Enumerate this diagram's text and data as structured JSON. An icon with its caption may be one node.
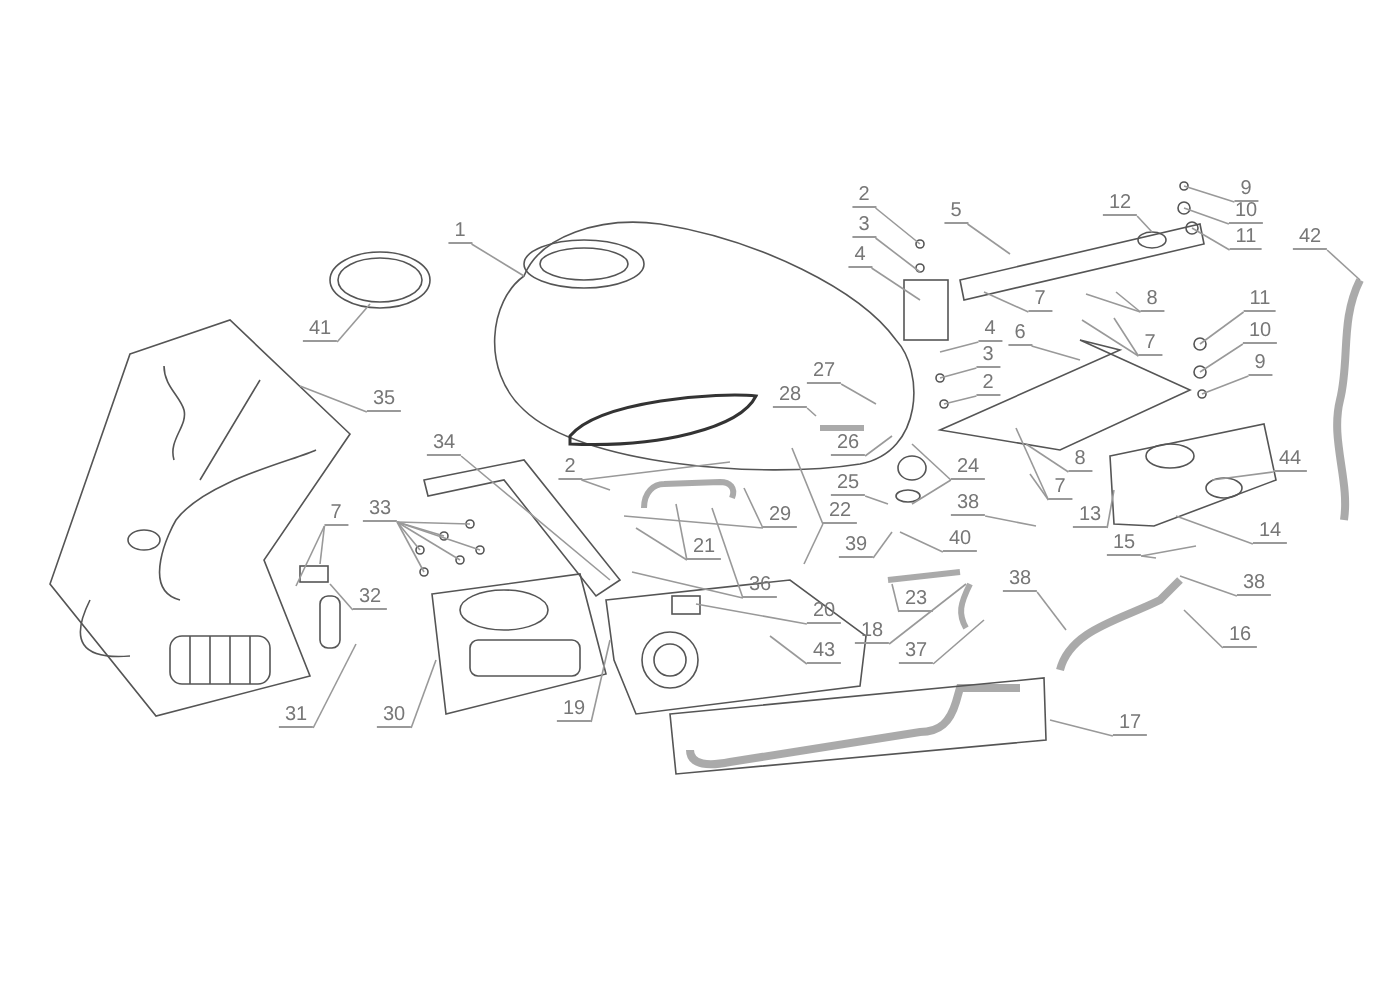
{
  "diagram": {
    "nodes": [
      {
        "text": [
          "9"
        ]
      },
      {
        "text": [
          "10"
        ]
      },
      {
        "text": [
          "2"
        ]
      },
      {
        "text": [
          "12"
        ]
      },
      {
        "text": [
          "5"
        ]
      },
      {
        "text": [
          "3"
        ]
      },
      {
        "text": [
          "1"
        ]
      },
      {
        "text": [
          "11"
        ]
      },
      {
        "text": [
          "42"
        ]
      },
      {
        "text": [
          "4"
        ]
      },
      {
        "text": [
          "7"
        ]
      },
      {
        "text": [
          "8"
        ]
      },
      {
        "text": [
          "11"
        ]
      },
      {
        "text": [
          "4"
        ]
      },
      {
        "text": [
          "41"
        ]
      },
      {
        "text": [
          "6"
        ]
      },
      {
        "text": [
          "10"
        ]
      },
      {
        "text": [
          "7"
        ]
      },
      {
        "text": [
          "3"
        ]
      },
      {
        "text": [
          "9"
        ]
      },
      {
        "text": [
          "2"
        ]
      },
      {
        "text": [
          "27"
        ]
      },
      {
        "text": [
          "28"
        ]
      },
      {
        "text": [
          "35"
        ]
      },
      {
        "text": [
          "34"
        ]
      },
      {
        "text": [
          "26"
        ]
      },
      {
        "text": [
          "8"
        ]
      },
      {
        "text": [
          "2"
        ]
      },
      {
        "text": [
          "44"
        ]
      },
      {
        "text": [
          "24"
        ]
      },
      {
        "text": [
          "25"
        ]
      },
      {
        "text": [
          "7"
        ]
      },
      {
        "text": [
          "38"
        ]
      },
      {
        "text": [
          "33"
        ]
      },
      {
        "text": [
          "7"
        ]
      },
      {
        "text": [
          "14"
        ]
      },
      {
        "text": [
          "13"
        ]
      },
      {
        "text": [
          "22"
        ]
      },
      {
        "text": [
          "29"
        ]
      },
      {
        "text": [
          "40"
        ]
      },
      {
        "text": [
          "15"
        ]
      },
      {
        "text": [
          "21"
        ]
      },
      {
        "text": [
          "39"
        ]
      },
      {
        "text": [
          "36"
        ]
      },
      {
        "text": [
          "38"
        ]
      },
      {
        "text": [
          "38"
        ]
      },
      {
        "text": [
          "23"
        ]
      },
      {
        "text": [
          "32"
        ]
      },
      {
        "text": [
          "20"
        ]
      },
      {
        "text": [
          "18"
        ]
      },
      {
        "text": [
          "16"
        ]
      },
      {
        "text": [
          "37"
        ]
      },
      {
        "text": [
          "43"
        ]
      },
      {
        "text": [
          "19"
        ]
      },
      {
        "text": [
          "31"
        ]
      },
      {
        "text": [
          "30"
        ]
      },
      {
        "text": [
          "17"
        ]
      }
    ],
    "edges": [
      {
        "from": 0,
        "to": null,
        "arrow": "none"
      },
      {
        "from": 1,
        "to": null,
        "arrow": "none"
      },
      {
        "from": 2,
        "to": null,
        "arrow": "none"
      },
      {
        "from": 3,
        "to": null,
        "arrow": "none"
      },
      {
        "from": 4,
        "to": null,
        "arrow": "none"
      },
      {
        "from": 5,
        "to": null,
        "arrow": "none"
      },
      {
        "from": 6,
        "to": null,
        "arrow": "none"
      },
      {
        "from": 7,
        "to": null,
        "arrow": "none"
      },
      {
        "from": 8,
        "to": null,
        "arrow": "none"
      },
      {
        "from": 9,
        "to": null,
        "arrow": "none"
      },
      {
        "from": 10,
        "to": null,
        "arrow": "none"
      },
      {
        "from": 11,
        "to": null,
        "arrow": "none"
      },
      {
        "from": 11,
        "to": null,
        "arrow": "none"
      },
      {
        "from": 12,
        "to": null,
        "arrow": "none"
      },
      {
        "from": 13,
        "to": null,
        "arrow": "none"
      },
      {
        "from": 14,
        "to": null,
        "arrow": "none"
      },
      {
        "from": 15,
        "to": null,
        "arrow": "none"
      },
      {
        "from": 16,
        "to": null,
        "arrow": "none"
      },
      {
        "from": 17,
        "to": null,
        "arrow": "none"
      },
      {
        "from": 17,
        "to": null,
        "arrow": "none"
      },
      {
        "from": 18,
        "to": null,
        "arrow": "none"
      },
      {
        "from": 19,
        "to": null,
        "arrow": "none"
      },
      {
        "from": 20,
        "to": null,
        "arrow": "none"
      },
      {
        "from": 21,
        "to": null,
        "arrow": "none"
      },
      {
        "from": 22,
        "to": null,
        "arrow": "none"
      },
      {
        "from": 23,
        "to": null,
        "arrow": "none"
      },
      {
        "from": 24,
        "to": null,
        "arrow": "none"
      },
      {
        "from": 25,
        "to": null,
        "arrow": "none"
      },
      {
        "from": 26,
        "to": null,
        "arrow": "none"
      },
      {
        "from": 27,
        "to": null,
        "arrow": "none"
      },
      {
        "from": 27,
        "to": null,
        "arrow": "none"
      },
      {
        "from": 28,
        "to": null,
        "arrow": "none"
      },
      {
        "from": 29,
        "to": null,
        "arrow": "none"
      },
      {
        "from": 29,
        "to": null,
        "arrow": "none"
      },
      {
        "from": 30,
        "to": null,
        "arrow": "none"
      },
      {
        "from": 31,
        "to": null,
        "arrow": "none"
      },
      {
        "from": 31,
        "to": null,
        "arrow": "none"
      },
      {
        "from": 32,
        "to": null,
        "arrow": "none"
      },
      {
        "from": 33,
        "to": null,
        "arrow": "none"
      },
      {
        "from": 33,
        "to": null,
        "arrow": "none"
      },
      {
        "from": 33,
        "to": null,
        "arrow": "none"
      },
      {
        "from": 33,
        "to": null,
        "arrow": "none"
      },
      {
        "from": 33,
        "to": null,
        "arrow": "none"
      },
      {
        "from": 33,
        "to": null,
        "arrow": "none"
      },
      {
        "from": 34,
        "to": null,
        "arrow": "none"
      },
      {
        "from": 34,
        "to": null,
        "arrow": "none"
      },
      {
        "from": 35,
        "to": null,
        "arrow": "none"
      },
      {
        "from": 36,
        "to": null,
        "arrow": "none"
      },
      {
        "from": 37,
        "to": null,
        "arrow": "none"
      },
      {
        "from": 37,
        "to": null,
        "arrow": "none"
      },
      {
        "from": 38,
        "to": null,
        "arrow": "none"
      },
      {
        "from": 38,
        "to": null,
        "arrow": "none"
      },
      {
        "from": 39,
        "to": null,
        "arrow": "none"
      },
      {
        "from": 40,
        "to": null,
        "arrow": "none"
      },
      {
        "from": 40,
        "to": null,
        "arrow": "none"
      },
      {
        "from": 41,
        "to": null,
        "arrow": "none"
      },
      {
        "from": 41,
        "to": null,
        "arrow": "none"
      },
      {
        "from": 42,
        "to": null,
        "arrow": "none"
      },
      {
        "from": 43,
        "to": null,
        "arrow": "none"
      },
      {
        "from": 43,
        "to": null,
        "arrow": "none"
      },
      {
        "from": 44,
        "to": null,
        "arrow": "none"
      },
      {
        "from": 45,
        "to": null,
        "arrow": "none"
      },
      {
        "from": 46,
        "to": null,
        "arrow": "none"
      },
      {
        "from": 47,
        "to": null,
        "arrow": "none"
      },
      {
        "from": 48,
        "to": null,
        "arrow": "none"
      },
      {
        "from": 49,
        "to": null,
        "arrow": "none"
      },
      {
        "from": 50,
        "to": null,
        "arrow": "none"
      },
      {
        "from": 51,
        "to": null,
        "arrow": "none"
      },
      {
        "from": 52,
        "to": null,
        "arrow": "none"
      },
      {
        "from": 53,
        "to": null,
        "arrow": "none"
      },
      {
        "from": 54,
        "to": null,
        "arrow": "none"
      },
      {
        "from": 55,
        "to": null,
        "arrow": "none"
      },
      {
        "from": 56,
        "to": null,
        "arrow": "none"
      }
    ]
  }
}
